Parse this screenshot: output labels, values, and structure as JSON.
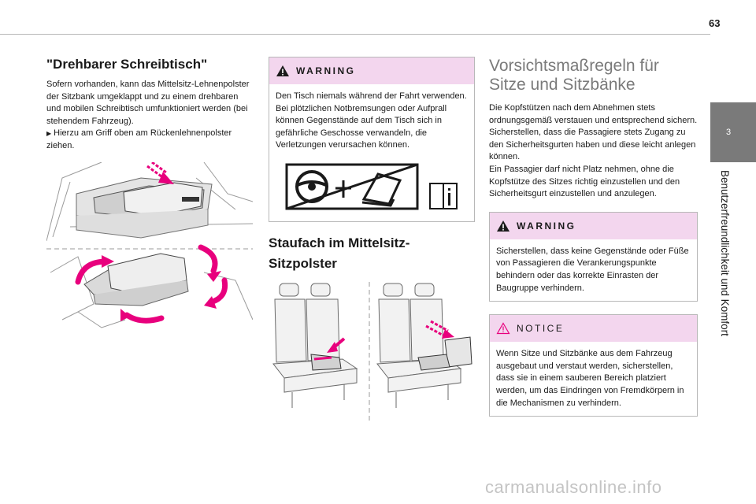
{
  "page": {
    "number": "63"
  },
  "side_tab": {
    "chapter": "3",
    "title": "Benutzerfreundlichkeit und Komfort"
  },
  "left": {
    "heading": "\"Drehbarer Schreibtisch\"",
    "paragraph": "Sofern vorhanden, kann das Mittelsitz-Lehnenpolster der Sitzbank umgeklappt und zu einem drehbaren und mobilen Schreibtisch umfunktioniert werden (bei stehendem Fahrzeug).",
    "step": "Hierzu am Griff oben am Rückenlehnenpolster ziehen."
  },
  "middle": {
    "warning": {
      "label": "WARNING",
      "text": "Den Tisch niemals während der Fahrt verwenden. Bei plötzlichen Notbremsungen oder Aufprall können Gegenstände auf dem Tisch sich in gefährliche Geschosse verwandeln, die Verletzungen verursachen können."
    },
    "heading": "Staufach im Mittelsitz-Sitzpolster"
  },
  "right": {
    "heading": "Vorsichtsmaßregeln für Sitze und Sitzbänke",
    "paragraph1": "Die Kopfstützen nach dem Abnehmen stets ordnungsgemäß verstauen und entsprechend sichern.",
    "paragraph2": "Sicherstellen, dass die Passagiere stets Zugang zu den Sicherheitsgurten haben und diese leicht anlegen können.",
    "paragraph3": "Ein Passagier darf nicht Platz nehmen, ohne die Kopfstütze des Sitzes richtig einzustellen und den Sicherheitsgurt einzustellen und anzulegen.",
    "warning": {
      "label": "WARNING",
      "text": "Sicherstellen, dass keine Gegenstände oder Füße von Passagieren die Verankerungspunkte behindern oder das korrekte Einrasten der Baugruppe verhindern."
    },
    "notice": {
      "label": "NOTICE",
      "text": "Wenn Sitze und Sitzbänke aus dem Fahrzeug ausgebaut und verstaut werden, sicherstellen, dass sie in einem sauberen Bereich platziert werden, um das Eindringen von Fremdkörpern in die Mechanismen zu verhindern."
    }
  },
  "footer": {
    "watermark": "carmanualsonline.info"
  },
  "colors": {
    "accent": "#e8007d",
    "tint": "#f3d6ee",
    "gray": "#7a7a7a"
  }
}
